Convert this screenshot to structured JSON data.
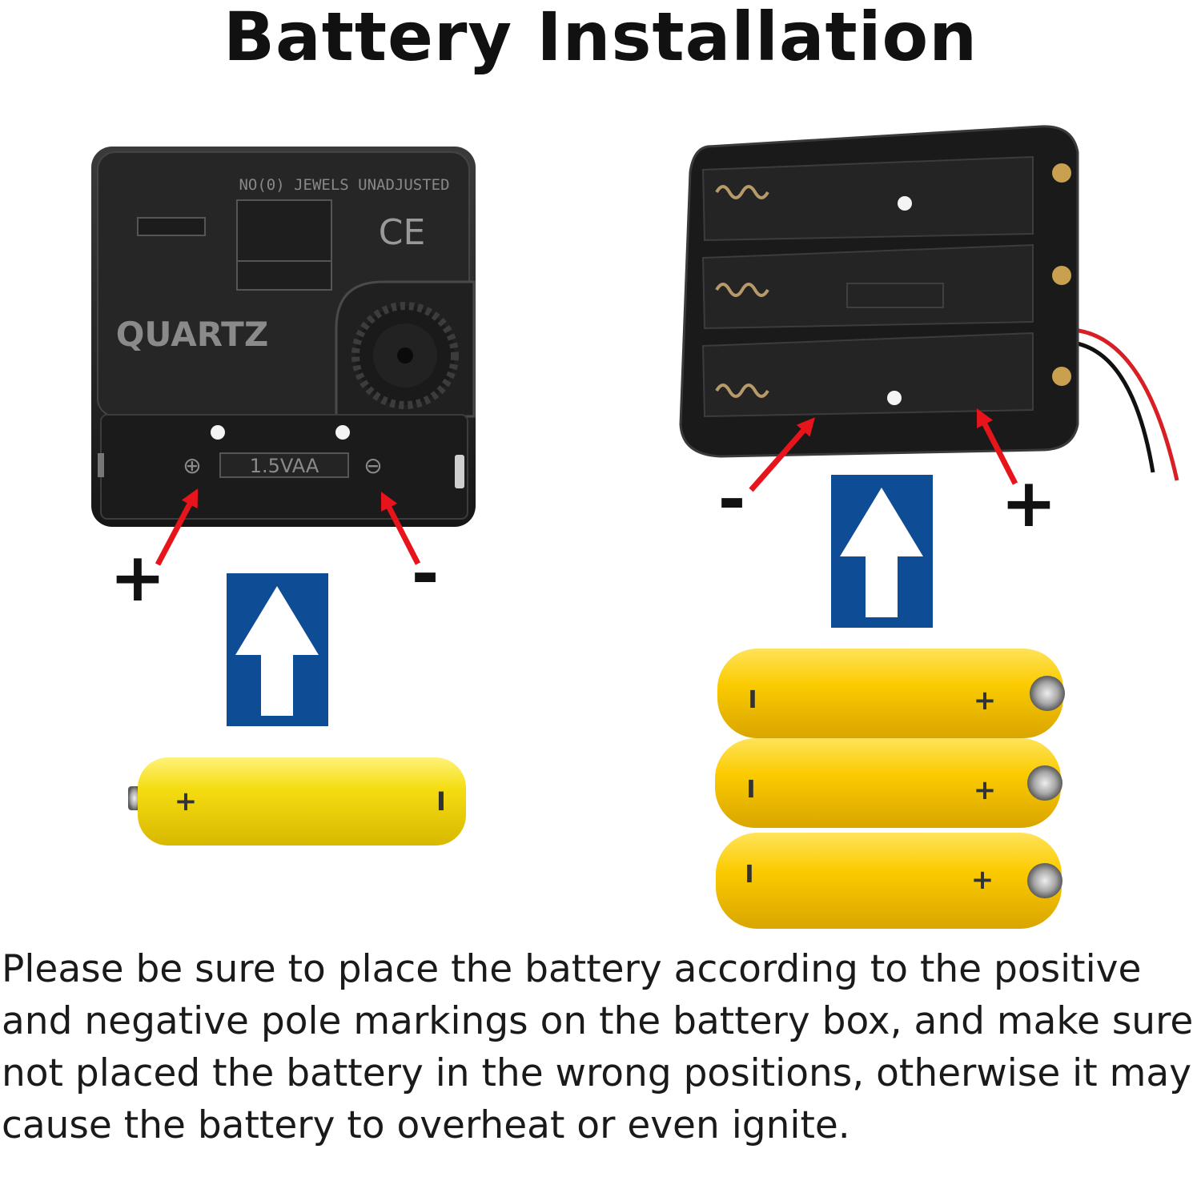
{
  "title": "Battery Installation",
  "clock_movement": {
    "markings": {
      "header": "NO(0) JEWELS UNADJUSTED",
      "ce_mark": "CE",
      "brand": "QUARTZ",
      "compartment_label": "1.5VAA",
      "positive_symbol": "⊕",
      "negative_symbol": "⊖"
    },
    "pointer_labels": {
      "positive": "+",
      "negative": "-"
    },
    "insert_arrow_icon": "up-arrow-icon",
    "battery": {
      "count": 1,
      "positive_mark": "+",
      "negative_mark": "I",
      "color": "#f6d816"
    }
  },
  "battery_holder": {
    "slots": 3,
    "pointer_labels": {
      "negative": "-",
      "positive": "+"
    },
    "insert_arrow_icon": "up-arrow-icon",
    "batteries": [
      {
        "negative_mark": "I",
        "positive_mark": "+"
      },
      {
        "negative_mark": "I",
        "positive_mark": "+"
      },
      {
        "negative_mark": "I",
        "positive_mark": "+"
      }
    ],
    "battery_color": "#f6c800"
  },
  "colors": {
    "arrow_panel": "#0f4c96",
    "pointer_arrow": "#e8141c",
    "wire_red": "#d81f26",
    "wire_black": "#111111"
  },
  "instructions": "Please be sure to place the battery according to the positive and negative pole markings on the battery box, and make sure  not placed the battery in the wrong positions, otherwise it may cause the battery to overheat or even ignite."
}
